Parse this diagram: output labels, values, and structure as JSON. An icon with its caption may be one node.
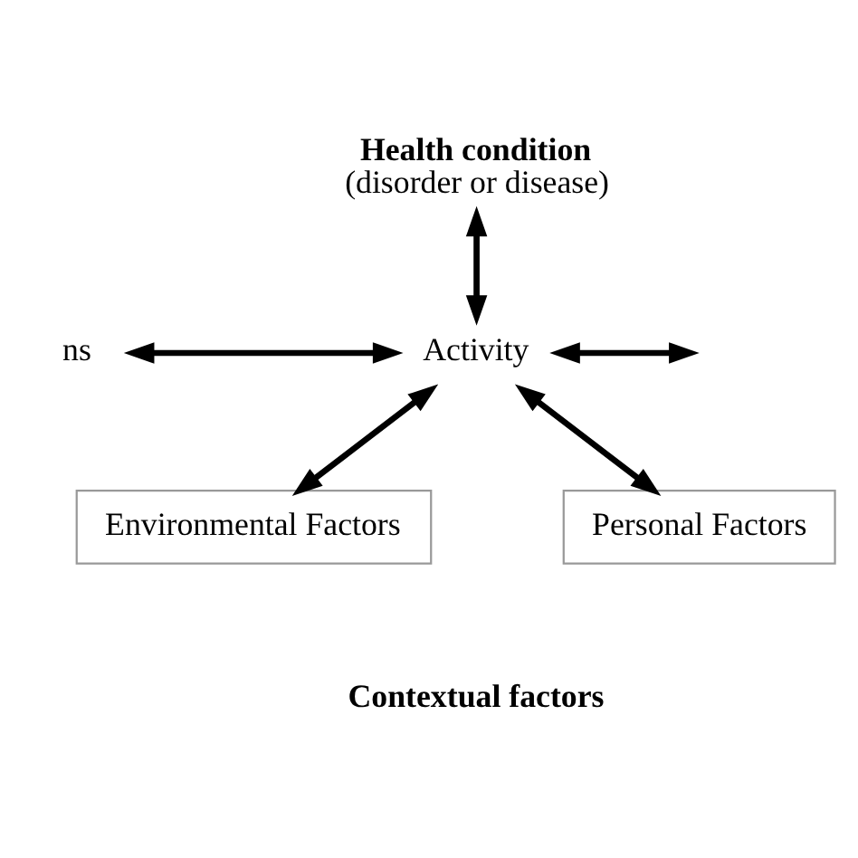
{
  "diagram": {
    "nodes": [
      {
        "text": [
          "Health condition",
          "(disorder or disease)"
        ]
      },
      {
        "text": [
          "ns"
        ]
      },
      {
        "text": [
          "Activity"
        ]
      },
      {
        "text": [
          "Environmental Factors"
        ]
      },
      {
        "text": [
          "Personal Factors"
        ]
      }
    ],
    "edges": [
      {
        "from": 0,
        "to": 2,
        "arrow": "both"
      },
      {
        "from": 1,
        "to": 2,
        "arrow": "both"
      },
      {
        "from": 2,
        "to": null,
        "arrow": "both"
      },
      {
        "from": 2,
        "to": 3,
        "arrow": "both"
      },
      {
        "from": 2,
        "to": 4,
        "arrow": "both"
      }
    ],
    "labels": [
      "Contextual factors"
    ]
  }
}
